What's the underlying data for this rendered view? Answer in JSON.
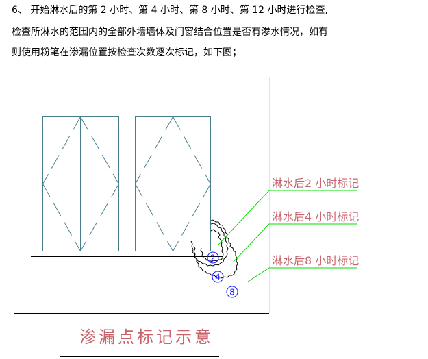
{
  "paragraph": {
    "lines": [
      "6、 开始淋水后的第 2 小时、第 4 小时、第 8 小时、第 12 小时进行检查,",
      "检查所淋水的范围内的全部外墙墙体及门窗结合位置是否有渗水情况，如有",
      "则使用粉笔在渗漏位置按检查次数逐次标记，如下图；"
    ]
  },
  "figure": {
    "frame_colors": {
      "top": "#808080",
      "sides": "#ffff00",
      "bottom": "#000000"
    },
    "window_color": "#4a7d8c",
    "leader_color": "#00dd00",
    "marker_color": "#1a1aff",
    "label_color": "#c8636b",
    "markers": [
      "2",
      "4",
      "8"
    ],
    "labels": [
      "淋水后2 小时标记",
      "淋水后4 小时标记",
      "淋水后8 小时标记"
    ],
    "caption": "渗漏点标记示意"
  }
}
